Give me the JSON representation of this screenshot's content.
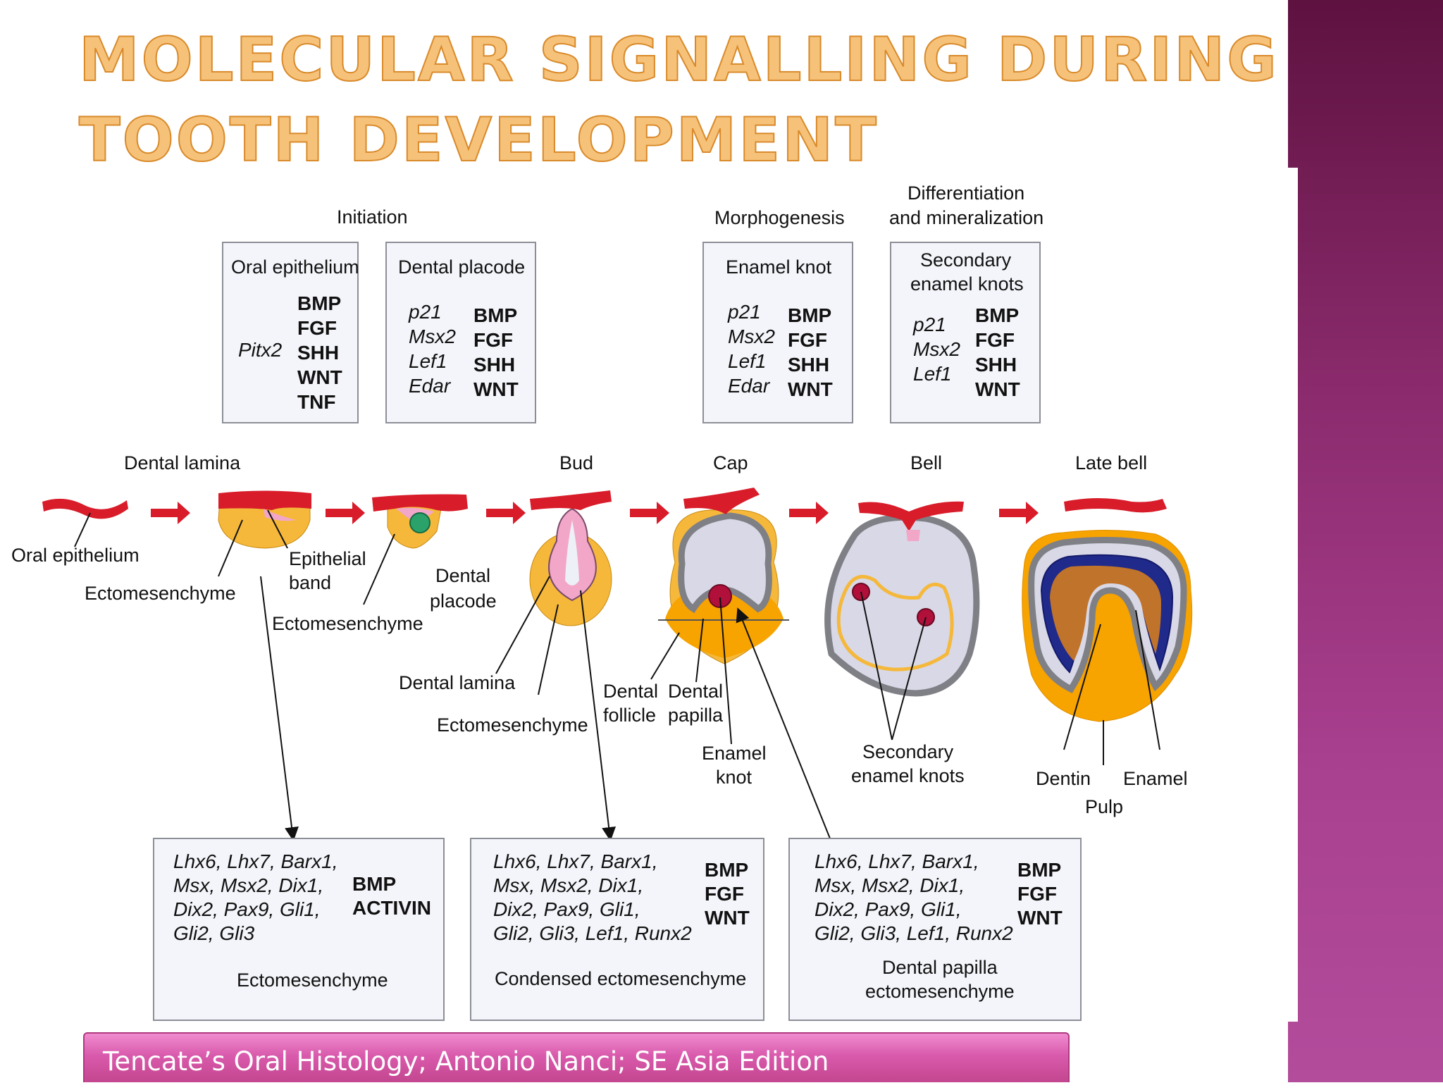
{
  "slide": {
    "title_line1": "MOLECULAR SIGNALLING DURING",
    "title_line2": "TOOTH DEVELOPMENT",
    "footer": "Tencate’s Oral Histology; Antonio Nanci; SE Asia Edition"
  },
  "phases": {
    "initiation": "Initiation",
    "morphogenesis": "Morphogenesis",
    "differentiation_1": "Differentiation",
    "differentiation_2": "and mineralization"
  },
  "top_boxes": [
    {
      "title": "Oral epithelium",
      "genes": [
        "Pitx2"
      ],
      "signals": [
        "BMP",
        "FGF",
        "SHH",
        "WNT",
        "TNF"
      ]
    },
    {
      "title": "Dental placode",
      "genes": [
        "p21",
        "Msx2",
        "Lef1",
        "Edar"
      ],
      "signals": [
        "BMP",
        "FGF",
        "SHH",
        "WNT"
      ]
    },
    {
      "title": "Enamel knot",
      "genes": [
        "p21",
        "Msx2",
        "Lef1",
        "Edar"
      ],
      "signals": [
        "BMP",
        "FGF",
        "SHH",
        "WNT"
      ]
    },
    {
      "title_1": "Secondary",
      "title_2": "enamel knots",
      "genes": [
        "p21",
        "Msx2",
        "Lef1"
      ],
      "signals": [
        "BMP",
        "FGF",
        "SHH",
        "WNT"
      ]
    }
  ],
  "stages": [
    "Dental lamina",
    "Bud",
    "Cap",
    "Bell",
    "Late bell"
  ],
  "labels": {
    "oral_epithelium": "Oral epithelium",
    "ectomesenchyme_1": "Ectomesenchyme",
    "epithelial_1": "Epithelial",
    "epithelial_2": "band",
    "dental_1": "Dental",
    "dental_2": "placode",
    "ectomesenchyme_2": "Ectomesenchyme",
    "dental_lamina": "Dental lamina",
    "ectomesenchyme_3": "Ectomesenchyme",
    "dental": "Dental",
    "follicle": "follicle",
    "dental_b": "Dental",
    "papilla": "papilla",
    "enamel": "Enamel",
    "knot": "knot",
    "secondary": "Secondary",
    "enamel_knots": "enamel knots",
    "dentin": "Dentin",
    "enamel_b": "Enamel",
    "pulp": "Pulp"
  },
  "bottom_boxes": [
    {
      "genes": [
        "Lhx6, Lhx7, Barx1,",
        "Msx, Msx2, Dix1,",
        "Dix2, Pax9, Gli1,",
        "Gli2, Gli3"
      ],
      "signals": [
        "BMP",
        "ACTIVIN"
      ],
      "caption": "Ectomesenchyme"
    },
    {
      "genes": [
        "Lhx6, Lhx7, Barx1,",
        "Msx, Msx2, Dix1,",
        "Dix2, Pax9, Gli1,",
        "Gli2, Gli3, Lef1, Runx2"
      ],
      "signals": [
        "BMP",
        "FGF",
        "WNT"
      ],
      "caption": "Condensed ectomesenchyme"
    },
    {
      "genes": [
        "Lhx6, Lhx7, Barx1,",
        "Msx, Msx2, Dix1,",
        "Dix2, Pax9, Gli1,",
        "Gli2, Gli3, Lef1, Runx2"
      ],
      "signals": [
        "BMP",
        "FGF",
        "WNT"
      ],
      "caption_1": "Dental papilla",
      "caption_2": "ectomesenchyme"
    }
  ],
  "colors": {
    "epithelium_red": "#d81c2a",
    "mesenchyme_orange": "#f5a623",
    "title_gold": "#f6c27a",
    "sidebar_purple": "#8a2a6c"
  }
}
